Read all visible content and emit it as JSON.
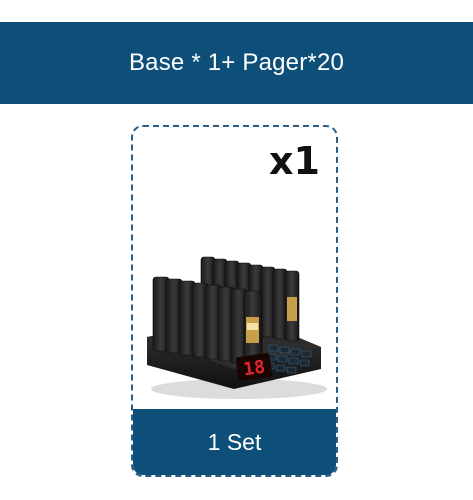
{
  "header": {
    "title": "Base * 1+ Pager*20"
  },
  "card": {
    "quantity": "x1",
    "footer_label": "1 Set",
    "image": {
      "subject": "restaurant pager charging base with 20 pagers",
      "display_number": "18"
    }
  },
  "colors": {
    "brand_blue": "#0e4f79",
    "border_dashed": "#2a5d86",
    "led_red": "#e0262b"
  }
}
